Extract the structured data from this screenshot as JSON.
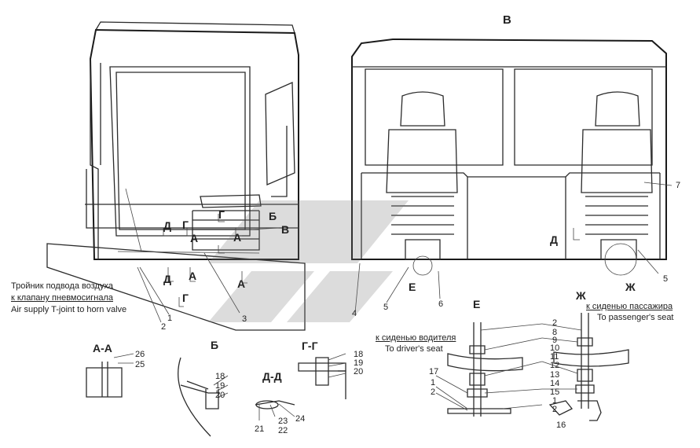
{
  "views": {
    "rear_view_label": "В"
  },
  "section_titles": {
    "a_a": "А-А",
    "b": "Б",
    "g_g": "Г-Г",
    "d_d": "Д-Д",
    "e": "Е",
    "zh": "Ж"
  },
  "markers": {
    "d1": "Д",
    "g1": "Г",
    "g2": "Г",
    "b1": "Б",
    "v1": "В",
    "a1": "А",
    "a2": "А",
    "d2": "Д",
    "a3": "А",
    "g3": "Г",
    "a4": "А",
    "d3": "Д",
    "e1": "Е",
    "zh1": "Ж"
  },
  "captions": {
    "tee_ru_1": "Тройник подвода воздуха",
    "tee_ru_2": "к клапану пневмосигнала",
    "tee_en": "Air supply T-joint to horn valve",
    "driver_ru": "к сиденью водителя",
    "driver_en": "To driver's seat",
    "pass_ru": "к сиденью пассажира",
    "pass_en": "To passenger's seat"
  },
  "callouts": {
    "c1": "1",
    "c2": "2",
    "c3": "3",
    "c4": "4",
    "c5a": "5",
    "c5b": "5",
    "c6": "6",
    "c7": "7",
    "aa26": "26",
    "aa25": "25",
    "b18": "18",
    "b19": "19",
    "b20": "20",
    "gg18": "18",
    "gg19": "19",
    "gg20": "20",
    "dd24": "24",
    "dd23": "23",
    "dd22": "22",
    "dd21": "21",
    "e17": "17",
    "e1": "1",
    "e2": "2",
    "m2": "2",
    "m8": "8",
    "m9": "9",
    "m10": "10",
    "m11": "11",
    "m12": "12",
    "m13": "13",
    "m14": "14",
    "m15": "15",
    "m1": "1",
    "m2b": "2",
    "zh16": "16"
  }
}
